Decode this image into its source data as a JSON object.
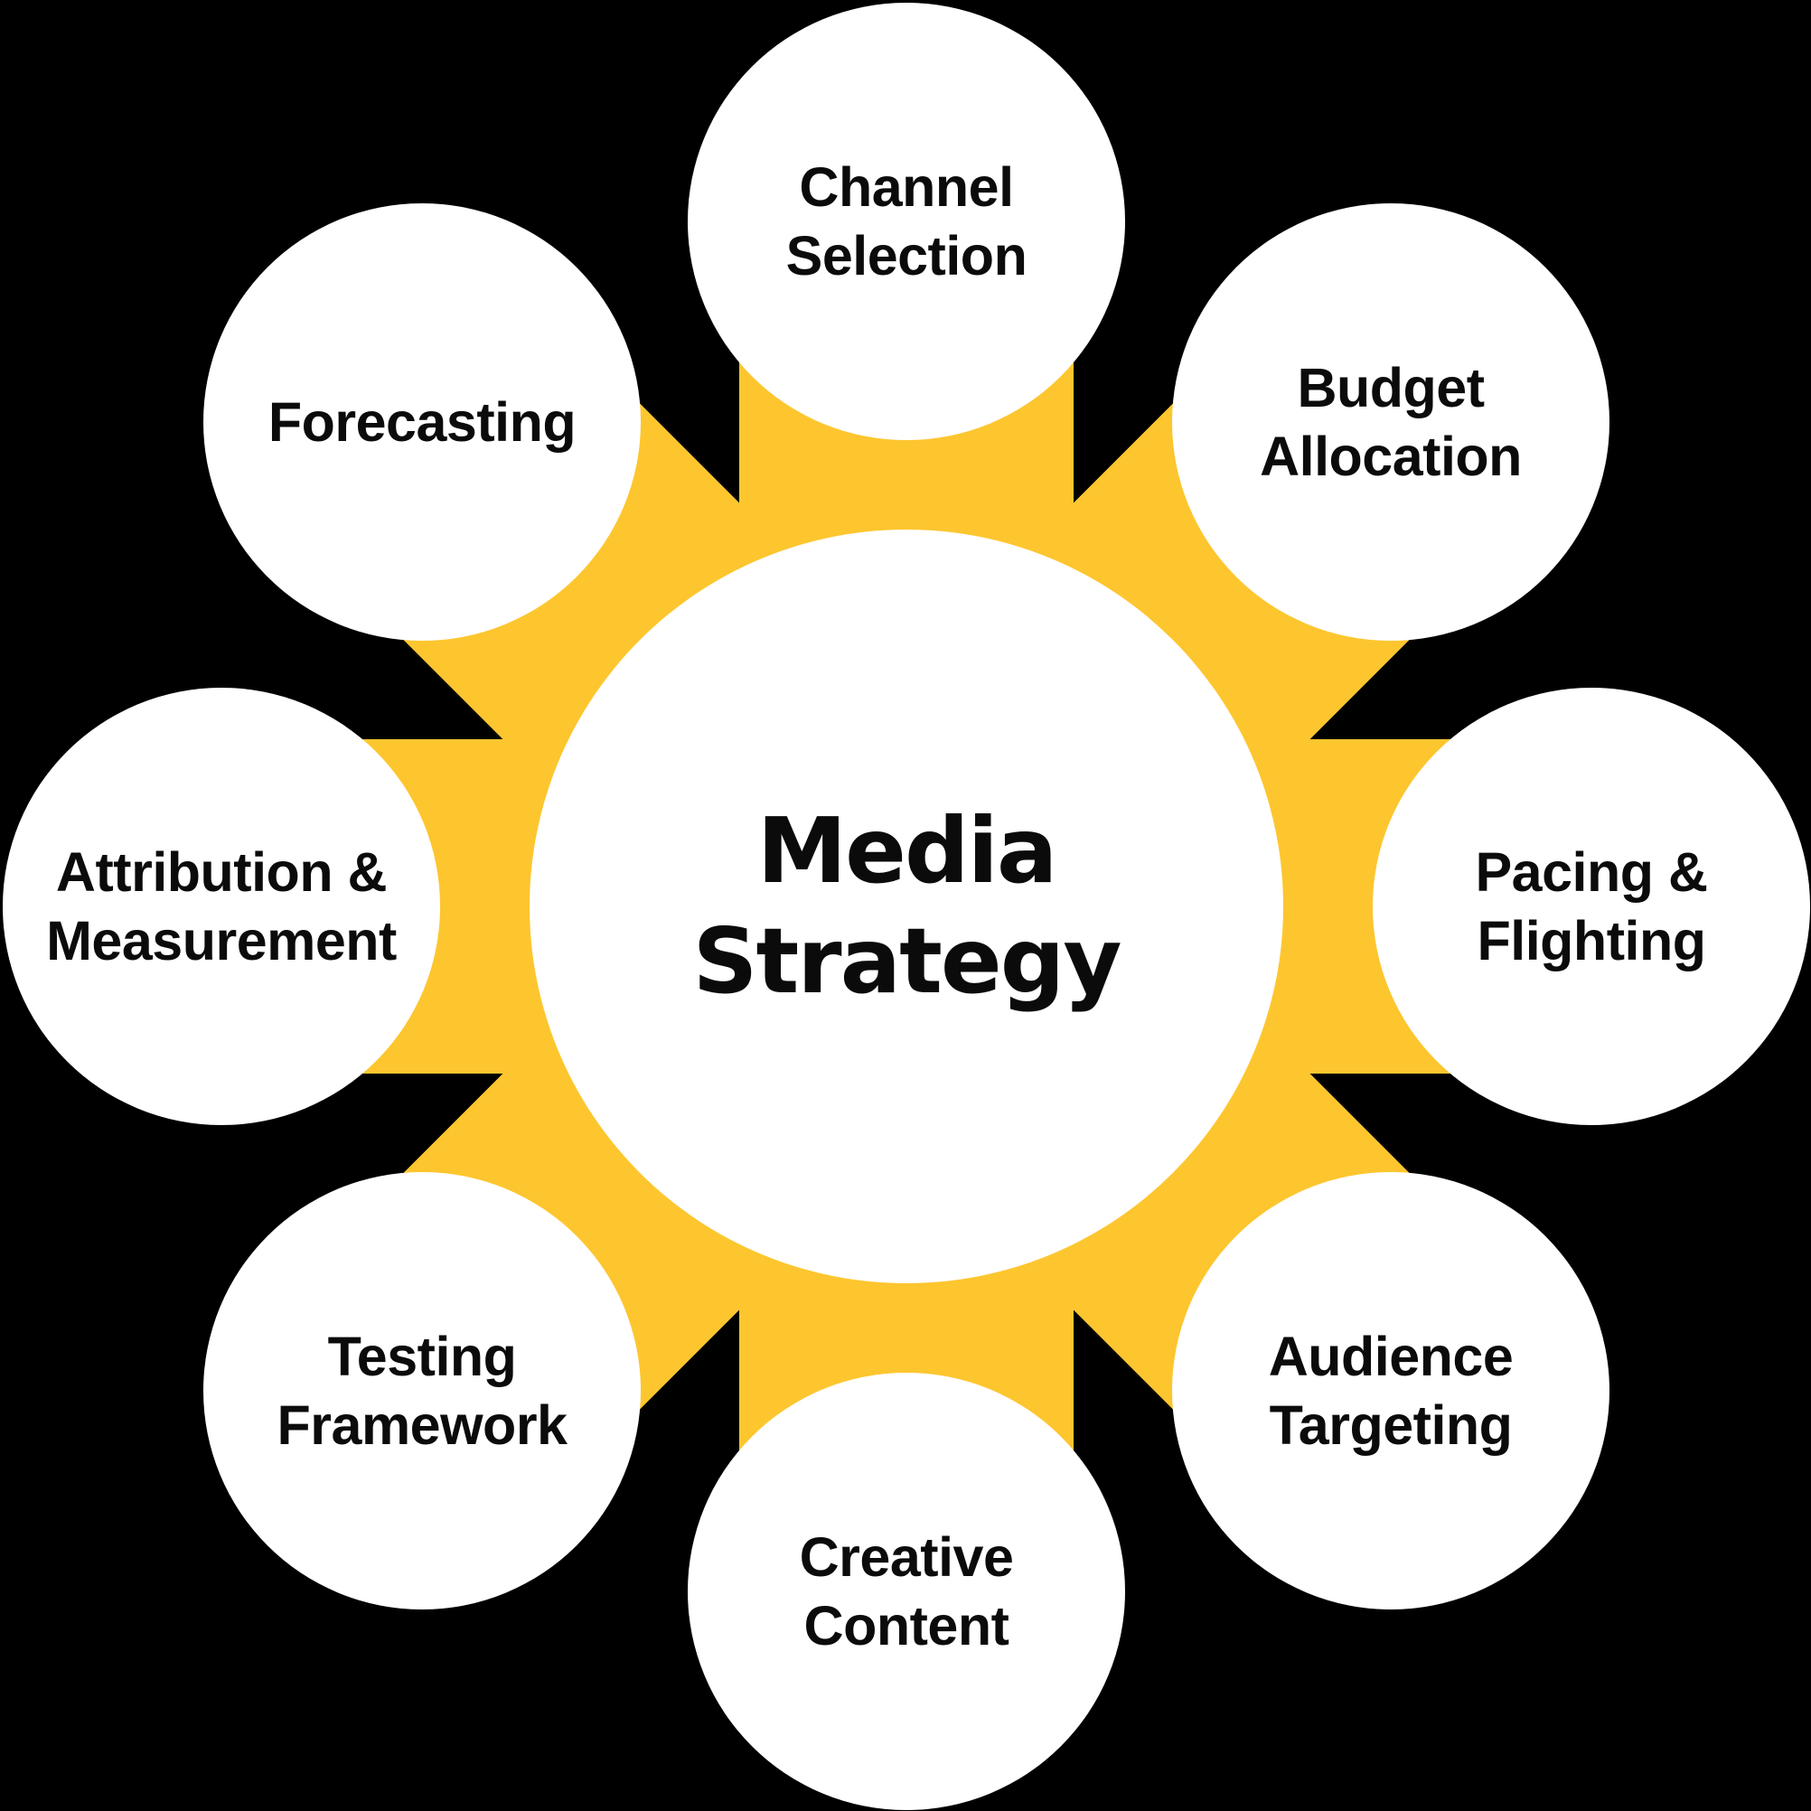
{
  "diagram": {
    "title": "Media Strategy diagram",
    "center": {
      "line1": "Media",
      "line2": "Strategy"
    },
    "satellites": [
      {
        "id": "channel-selection",
        "line1": "Channel",
        "line2": "Selection"
      },
      {
        "id": "budget-allocation",
        "line1": "Budget",
        "line2": "Allocation"
      },
      {
        "id": "pacing-flighting",
        "line1": "Pacing &",
        "line2": "Flighting"
      },
      {
        "id": "audience-targeting",
        "line1": "Audience",
        "line2": "Targeting"
      },
      {
        "id": "creative-content",
        "line1": "Creative",
        "line2": "Content"
      },
      {
        "id": "testing-framework",
        "line1": "Testing",
        "line2": "Framework"
      },
      {
        "id": "attribution-measurement",
        "line1": "Attribution &",
        "line2": "Measurement"
      },
      {
        "id": "forecasting",
        "line1": "Forecasting",
        "line2": ""
      }
    ],
    "colors": {
      "background": "#000000",
      "spoke_yellow": "#FDC62F",
      "circle_white": "#FFFFFF",
      "text_black": "#0B0B0B"
    }
  }
}
